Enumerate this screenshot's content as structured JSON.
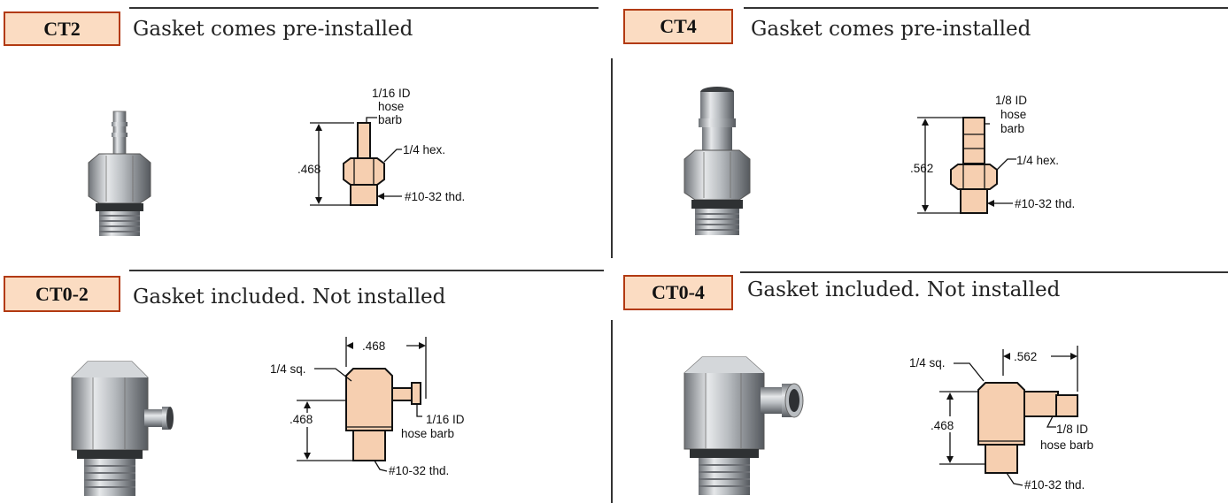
{
  "panels": [
    {
      "id": "ct2",
      "code": "CT2",
      "description": "Gasket comes pre-installed",
      "labels": {
        "hose_barb": [
          "1/16 ID",
          "hose",
          "barb"
        ],
        "hex": "1/4 hex.",
        "thread": "#10-32 thd.",
        "height": ".468"
      }
    },
    {
      "id": "ct4",
      "code": "CT4",
      "description": "Gasket comes pre-installed",
      "labels": {
        "hose_barb": [
          "1/8 ID",
          "hose",
          "barb"
        ],
        "hex": "1/4 hex.",
        "thread": "#10-32 thd.",
        "height": ".562"
      }
    },
    {
      "id": "ct0-2",
      "code": "CT0-2",
      "description": "Gasket included. Not installed",
      "labels": {
        "square": "1/4 sq.",
        "width": ".468",
        "height": ".468",
        "hose_barb": [
          "1/16 ID",
          "hose barb"
        ],
        "thread": "#10-32 thd."
      }
    },
    {
      "id": "ct0-4",
      "code": "CT0-4",
      "description": "Gasket included. Not installed",
      "labels": {
        "square": "1/4 sq.",
        "width": ".562",
        "height": ".468",
        "hose_barb": [
          "1/8 ID",
          "hose barb"
        ],
        "thread": "#10-32 thd."
      }
    }
  ],
  "colors": {
    "tag_fill": "#fbdcc2",
    "tag_border": "#b23a12",
    "part_fill": "#f6cfb0",
    "metal": "#b8bcc0"
  }
}
